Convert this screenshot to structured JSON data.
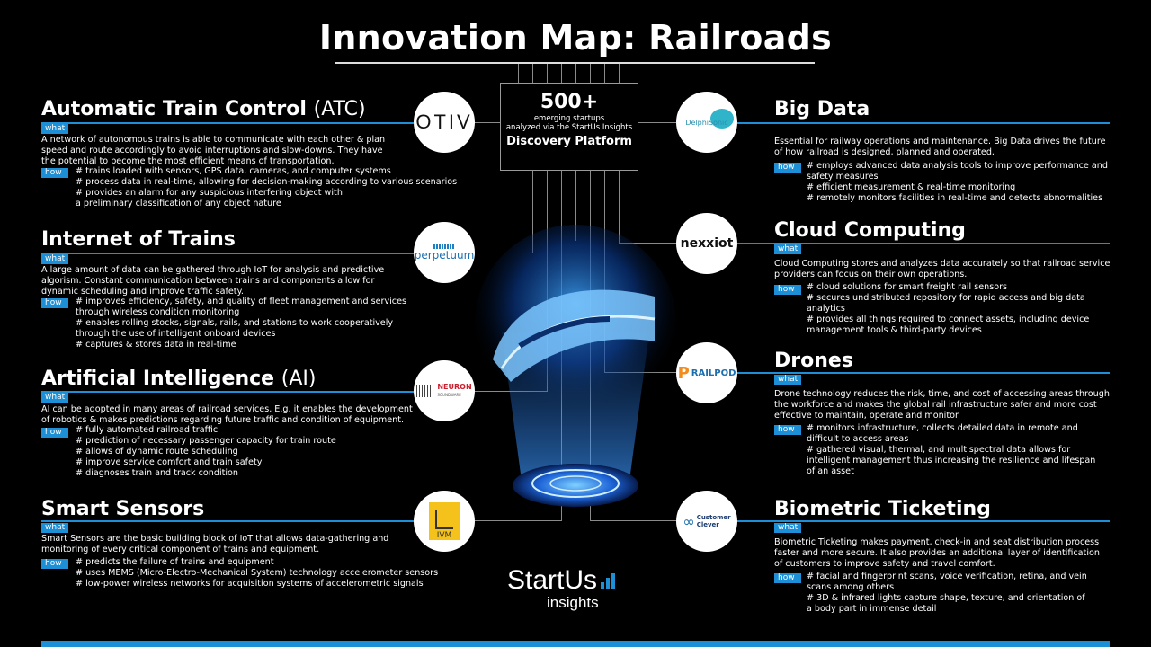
{
  "title": "Innovation Map: Railroads",
  "center": {
    "count": "500+",
    "line1": "emerging startups",
    "line2": "analyzed via the StartUs Insights",
    "platform": "Discovery Platform"
  },
  "brand": {
    "name": "StartUs",
    "sub": "insights"
  },
  "tags": {
    "what": "what",
    "how": "how"
  },
  "left": [
    {
      "title": "Automatic Train Control",
      "paren": "(ATC)",
      "logo": "OTIV",
      "what": [
        "A network of autonomous trains is able to communicate with each other & plan",
        "speed and route accordingly to avoid interruptions and slow-downs. They have",
        "the potential to become the most efficient means of transportation."
      ],
      "how": [
        "# trains loaded with sensors, GPS data, cameras, and computer systems",
        "# process data in real-time, allowing for decision-making according to various scenarios",
        "# provides an alarm for any suspicious interfering object with",
        "a preliminary classification of any object nature"
      ]
    },
    {
      "title": "Internet of Trains",
      "paren": "",
      "logo": "perpetuum",
      "what": [
        "A large amount of data can be gathered through IoT for analysis and predictive",
        "algorism. Constant communication between trains and components allow for",
        "dynamic scheduling and improve traffic safety."
      ],
      "how": [
        "# improves efficiency, safety, and quality of fleet management and services",
        "through wireless condition monitoring",
        "# enables rolling stocks, signals, rails, and stations to work cooperatively",
        "through the use of intelligent onboard devices",
        "# captures & stores data in real-time"
      ]
    },
    {
      "title": "Artificial Intelligence",
      "paren": "(AI)",
      "logo": "NEURON",
      "logo_sub": "SOUNDWARE",
      "what": [
        "AI can be adopted in many areas of railroad services. E.g. it enables the development",
        "of robotics & makes predictions regarding future traffic and condition of equipment."
      ],
      "how": [
        "# fully automated railroad traffic",
        "# prediction of necessary passenger capacity for train route",
        "# allows of dynamic route scheduling",
        "# improve service comfort and train safety",
        "# diagnoses train and track condition"
      ]
    },
    {
      "title": "Smart Sensors",
      "paren": "",
      "logo": "IVM",
      "what": [
        "Smart Sensors are the basic building block of IoT that allows data-gathering and",
        "monitoring of every critical component of trains and equipment."
      ],
      "how": [
        "# predicts the failure of trains and equipment",
        "# uses MEMS (Micro-Electro-Mechanical System) technology accelerometer sensors",
        "# low-power wireless networks for acquisition systems of accelerometric signals"
      ]
    }
  ],
  "right": [
    {
      "title": "Big Data",
      "logo": "DelphiSonic",
      "what": [
        "Essential for railway operations and maintenance. Big Data drives the future",
        "of how railroad is designed, planned and operated."
      ],
      "how": [
        "# employs advanced data analysis tools to improve performance and",
        "safety measures",
        "# efficient measurement & real-time monitoring",
        "# remotely monitors facilities in real-time and detects abnormalities"
      ]
    },
    {
      "title": "Cloud Computing",
      "logo": "nexxiot",
      "what": [
        "Cloud Computing stores and analyzes data accurately so that railroad service",
        "providers can focus on their own operations."
      ],
      "how": [
        "# cloud solutions for smart freight rail sensors",
        "# secures undistributed repository for rapid access and big data",
        "analytics",
        "# provides all things required to connect assets, including device",
        "management tools & third-party devices"
      ]
    },
    {
      "title": "Drones",
      "logo": "RAILPOD",
      "what": [
        "Drone technology reduces the risk, time, and cost of accessing areas through",
        "the workforce and makes the global rail infrastructure safer and more cost",
        "effective to maintain, operate and monitor."
      ],
      "how": [
        "# monitors infrastructure, collects detailed data in remote and",
        "difficult to access areas",
        "# gathered visual, thermal, and multispectral data allows for",
        "intelligent management thus increasing the resilience and lifespan",
        "of an asset"
      ]
    },
    {
      "title": "Biometric Ticketing",
      "logo": "Customer",
      "logo_sub": "Clever",
      "what": [
        "Biometric Ticketing makes payment, check-in and seat distribution process",
        "faster and more secure. It also provides an additional layer of identification",
        "of customers to improve safety and travel comfort."
      ],
      "how": [
        "# facial and fingerprint scans, voice verification, retina, and vein",
        "scans among others",
        "# 3D & infrared lights capture shape, texture, and orientation of",
        "a body part in immense detail"
      ]
    }
  ],
  "colors": {
    "accent": "#1c8fd6",
    "background": "#000000",
    "text": "#ffffff"
  }
}
